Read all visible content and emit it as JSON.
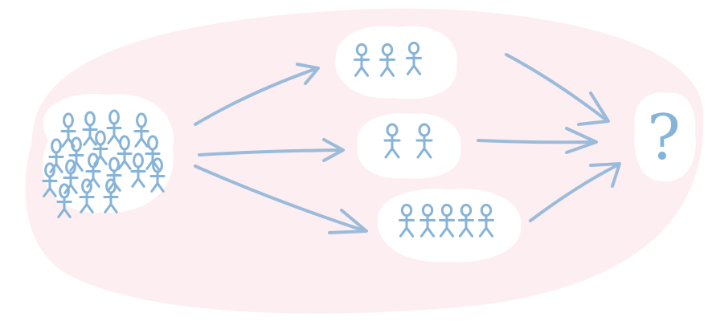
{
  "diagram": {
    "colors": {
      "background_blob": "#fdeef1",
      "bubble": "#ffffff",
      "stroke": "#86b3d8",
      "arrow": "#9bbbdb"
    },
    "source_group": {
      "figure_count": 18
    },
    "subgroups": [
      {
        "id": "top",
        "figure_count": 3
      },
      {
        "id": "middle",
        "figure_count": 2
      },
      {
        "id": "bottom",
        "figure_count": 5
      }
    ],
    "outcome": {
      "symbol": "?"
    }
  }
}
